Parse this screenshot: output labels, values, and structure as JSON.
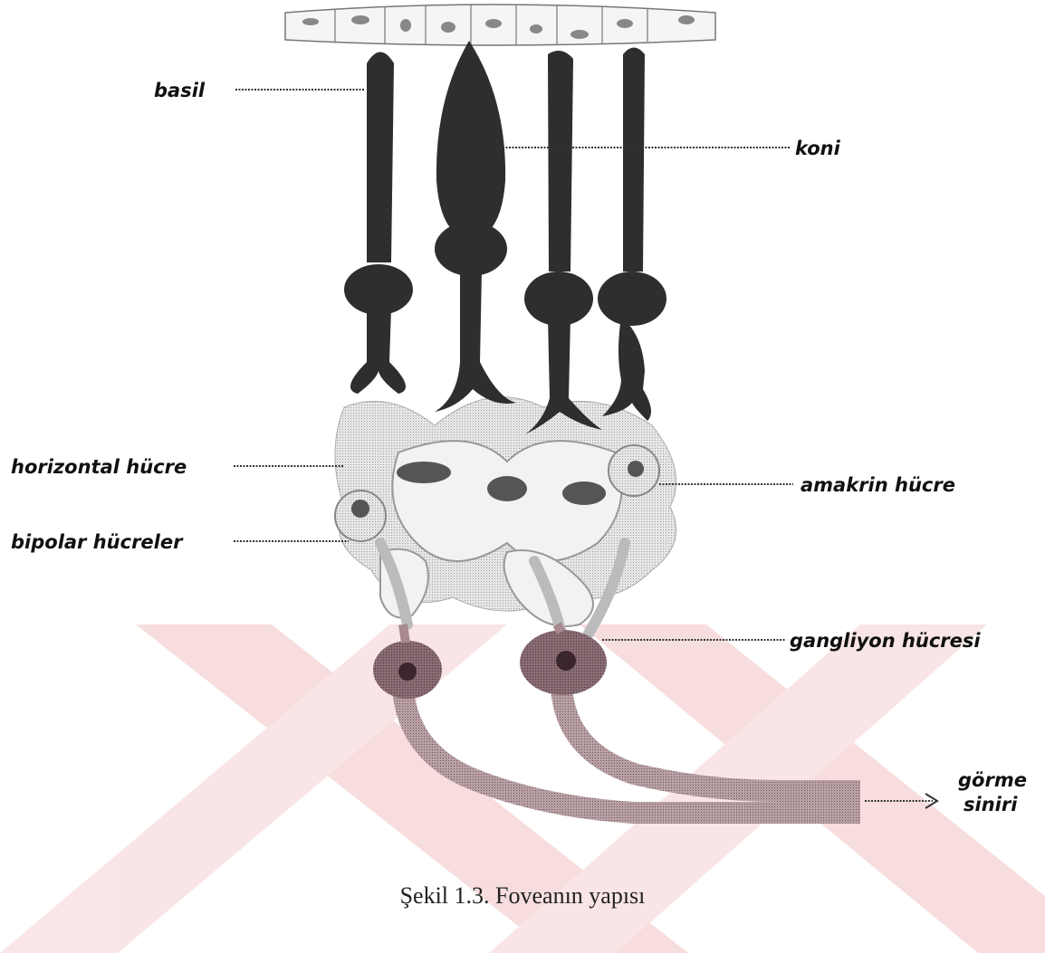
{
  "labels": {
    "basil": "basil",
    "koni": "koni",
    "horizontal": "horizontal hücre",
    "bipolar": "bipolar hücreler",
    "amakrin": "amakrin hücre",
    "gangliyon": "gangliyon hücresi",
    "gorme_line1": "görme",
    "gorme_line2": "siniri"
  },
  "caption": "Şekil 1.3. Foveanın yapısı",
  "colors": {
    "watermark": "#f7dada",
    "photoreceptor": "#2e2e2e",
    "support_cell": "#dcdcdc",
    "support_cell_dark": "#bdbdbd",
    "nucleus": "#555555",
    "ganglion": "#6e4a52",
    "nerve": "#a88a90"
  }
}
